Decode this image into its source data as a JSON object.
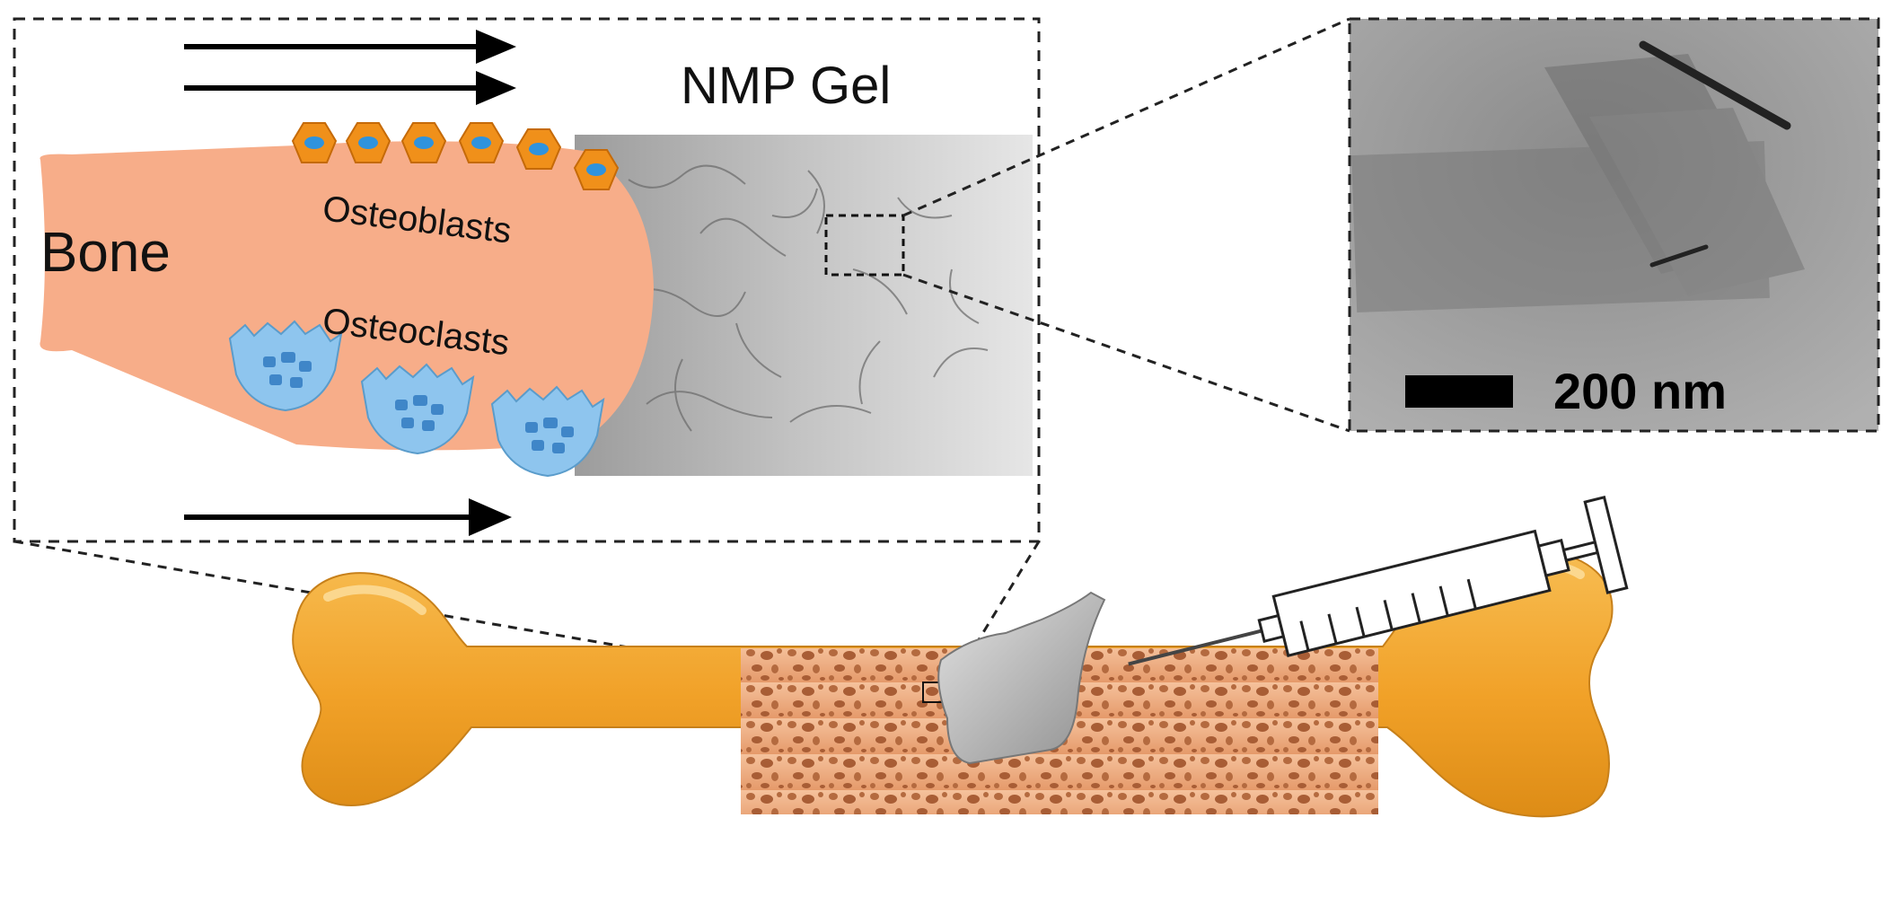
{
  "labels": {
    "gel": "NMP Gel",
    "bone": "Bone",
    "osteoblasts": "Osteoblasts",
    "osteoclasts": "Osteoclasts",
    "scale_bar": "200 nm"
  },
  "colors": {
    "bone_tissue": "#f7ad89",
    "bone_shaft": "#f2a42c",
    "osteoblast": "#f0901a",
    "osteoclast": "#8ec5ee",
    "gel": "#b8b8b8"
  }
}
